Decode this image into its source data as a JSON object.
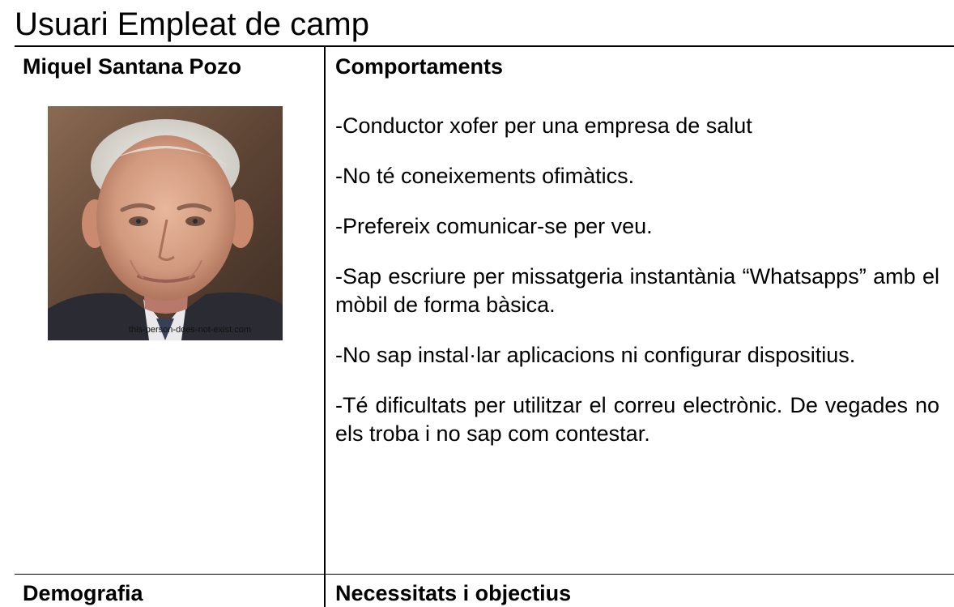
{
  "document": {
    "title": "Usuari Empleat de camp"
  },
  "persona": {
    "name": "Miquel Santana Pozo",
    "photo_watermark": "this-person-does-not-exist.com"
  },
  "behaviours": {
    "heading": "Comportaments",
    "items": [
      "-Conductor xofer per una empresa de salut",
      "-No té coneixements ofimàtics.",
      "-Prefereix comunicar-se per veu.",
      "-Sap escriure per missatgeria instantània “Whatsapps” amb el mòbil de forma bàsica.",
      "-No sap instal·lar aplicacions ni configurar dispositius.",
      "-Té dificultats per utilitzar el correu electrònic. De vegades no els troba i no sap com contestar."
    ]
  },
  "demographics": {
    "heading": "Demografia"
  },
  "needs": {
    "heading": "Necessitats i objectius"
  }
}
